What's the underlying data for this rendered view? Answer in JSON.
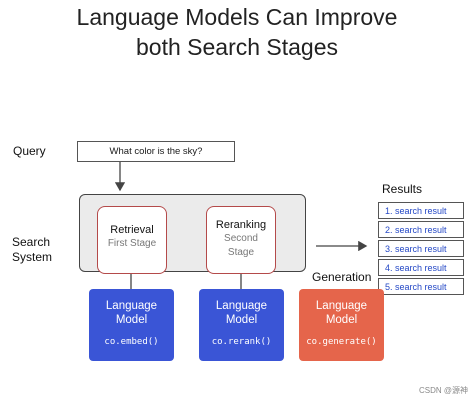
{
  "title_line1": "Language Models Can Improve",
  "title_line2": "both Search Stages",
  "query_label": "Query",
  "query_text": "What color is the sky?",
  "system_label_line1": "Search",
  "system_label_line2": "System",
  "retrieval": {
    "main": "Retrieval",
    "sub": "First Stage"
  },
  "reranking": {
    "main": "Reranking",
    "sub_line1": "Second",
    "sub_line2": "Stage"
  },
  "results_label": "Results",
  "results": [
    "1. search result",
    "2. search result",
    "3. search result",
    "4. search result",
    "5. search result"
  ],
  "generation_label": "Generation",
  "models": [
    {
      "name_line1": "Language",
      "name_line2": "Model",
      "code": "co.embed()"
    },
    {
      "name_line1": "Language",
      "name_line2": "Model",
      "code": "co.rerank()"
    },
    {
      "name_line1": "Language",
      "name_line2": "Model",
      "code": "co.generate()"
    }
  ],
  "colors": {
    "model_blue": "#3a55d6",
    "model_orange": "#e5654b",
    "stage_border": "#b44a4a"
  },
  "watermark": "CSDN @源神"
}
